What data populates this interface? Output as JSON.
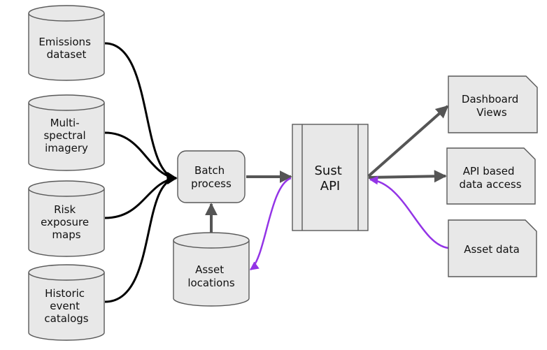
{
  "diagram": {
    "sources": [
      {
        "id": "emissions",
        "lines": [
          "Emissions",
          "dataset"
        ]
      },
      {
        "id": "multispectral",
        "lines": [
          "Multi-",
          "spectral",
          "imagery"
        ]
      },
      {
        "id": "risk",
        "lines": [
          "Risk",
          "exposure",
          "maps"
        ]
      },
      {
        "id": "historic",
        "lines": [
          "Historic",
          "event",
          "catalogs"
        ]
      }
    ],
    "batch": {
      "lines": [
        "Batch",
        "process"
      ]
    },
    "asset_locations": {
      "lines": [
        "Asset",
        "locations"
      ]
    },
    "api": {
      "lines": [
        "Sust",
        "API"
      ]
    },
    "outputs": [
      {
        "id": "dashboard",
        "lines": [
          "Dashboard",
          "Views"
        ]
      },
      {
        "id": "api-access",
        "lines": [
          "API based",
          "data access"
        ]
      },
      {
        "id": "asset-data",
        "lines": [
          "Asset data"
        ]
      }
    ],
    "colors": {
      "fill": "#e8e8e8",
      "stroke": "#595959",
      "arrow_black": "#000000",
      "arrow_gray": "#555555",
      "arrow_purple": "#9334e6"
    }
  }
}
